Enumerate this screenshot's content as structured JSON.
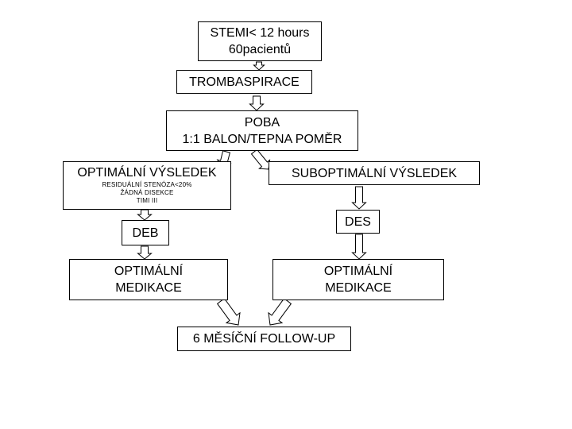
{
  "colors": {
    "stroke": "#000000",
    "arrow_fill": "#ffffff",
    "background": "#ffffff"
  },
  "boxes": {
    "stemi": {
      "line1": "STEMI< 12 hours",
      "line2": "60pacientů"
    },
    "trombaspirace": {
      "label": "TROMBASPIRACE"
    },
    "poba": {
      "line1": "POBA",
      "line2": "1:1 BALON/TEPNA POMĚR"
    },
    "optimal_result": {
      "title": "OPTIMÁLNÍ VÝSLEDEK",
      "criteria": [
        "RESIDUÁLNÍ STENÓZA<20%",
        "ŽÁDNÁ DISEKCE",
        "TIMI III"
      ]
    },
    "suboptimal_result": {
      "label": "SUBOPTIMÁLNÍ VÝSLEDEK"
    },
    "deb": {
      "label": "DEB"
    },
    "des": {
      "label": "DES"
    },
    "medication_left": {
      "line1": "OPTIMÁLNÍ",
      "line2": "MEDIKACE"
    },
    "medication_right": {
      "line1": "OPTIMÁLNÍ",
      "line2": "MEDIKACE"
    },
    "follow_up": {
      "label": "6 MĚSÍČNÍ FOLLOW-UP"
    }
  }
}
